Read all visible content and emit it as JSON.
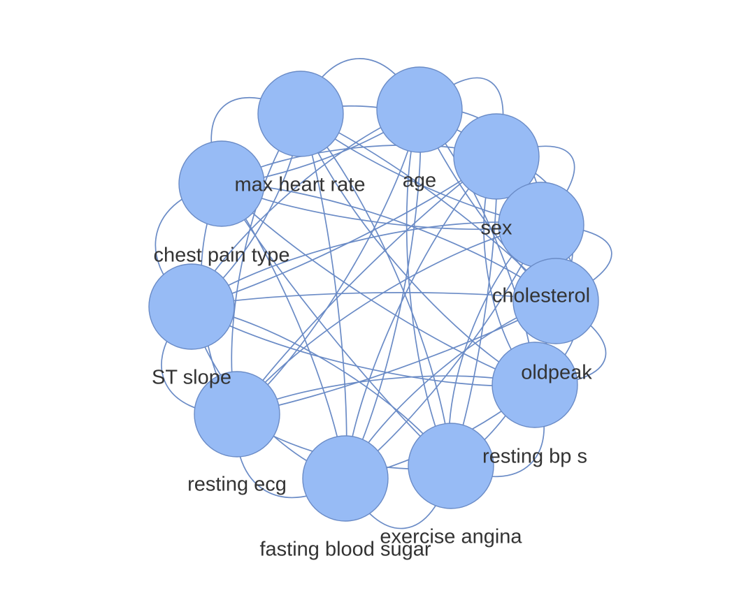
{
  "graph": {
    "colors": {
      "node_fill": "#97bbf5",
      "node_stroke": "#6a8bc6",
      "edge": "#6a8bc6",
      "label": "#333333"
    },
    "nodes": [
      {
        "id": "max-heart-rate",
        "label": "max heart rate"
      },
      {
        "id": "age",
        "label": "age"
      },
      {
        "id": "sex",
        "label": "sex"
      },
      {
        "id": "cholesterol",
        "label": "cholesterol"
      },
      {
        "id": "oldpeak",
        "label": "oldpeak"
      },
      {
        "id": "resting-bp-s",
        "label": "resting bp s"
      },
      {
        "id": "exercise-angina",
        "label": "exercise angina"
      },
      {
        "id": "fasting-blood-sugar",
        "label": "fasting blood sugar"
      },
      {
        "id": "resting-ecg",
        "label": "resting ecg"
      },
      {
        "id": "st-slope",
        "label": "ST slope"
      },
      {
        "id": "chest-pain-type",
        "label": "chest pain type"
      }
    ],
    "edges": "complete"
  }
}
